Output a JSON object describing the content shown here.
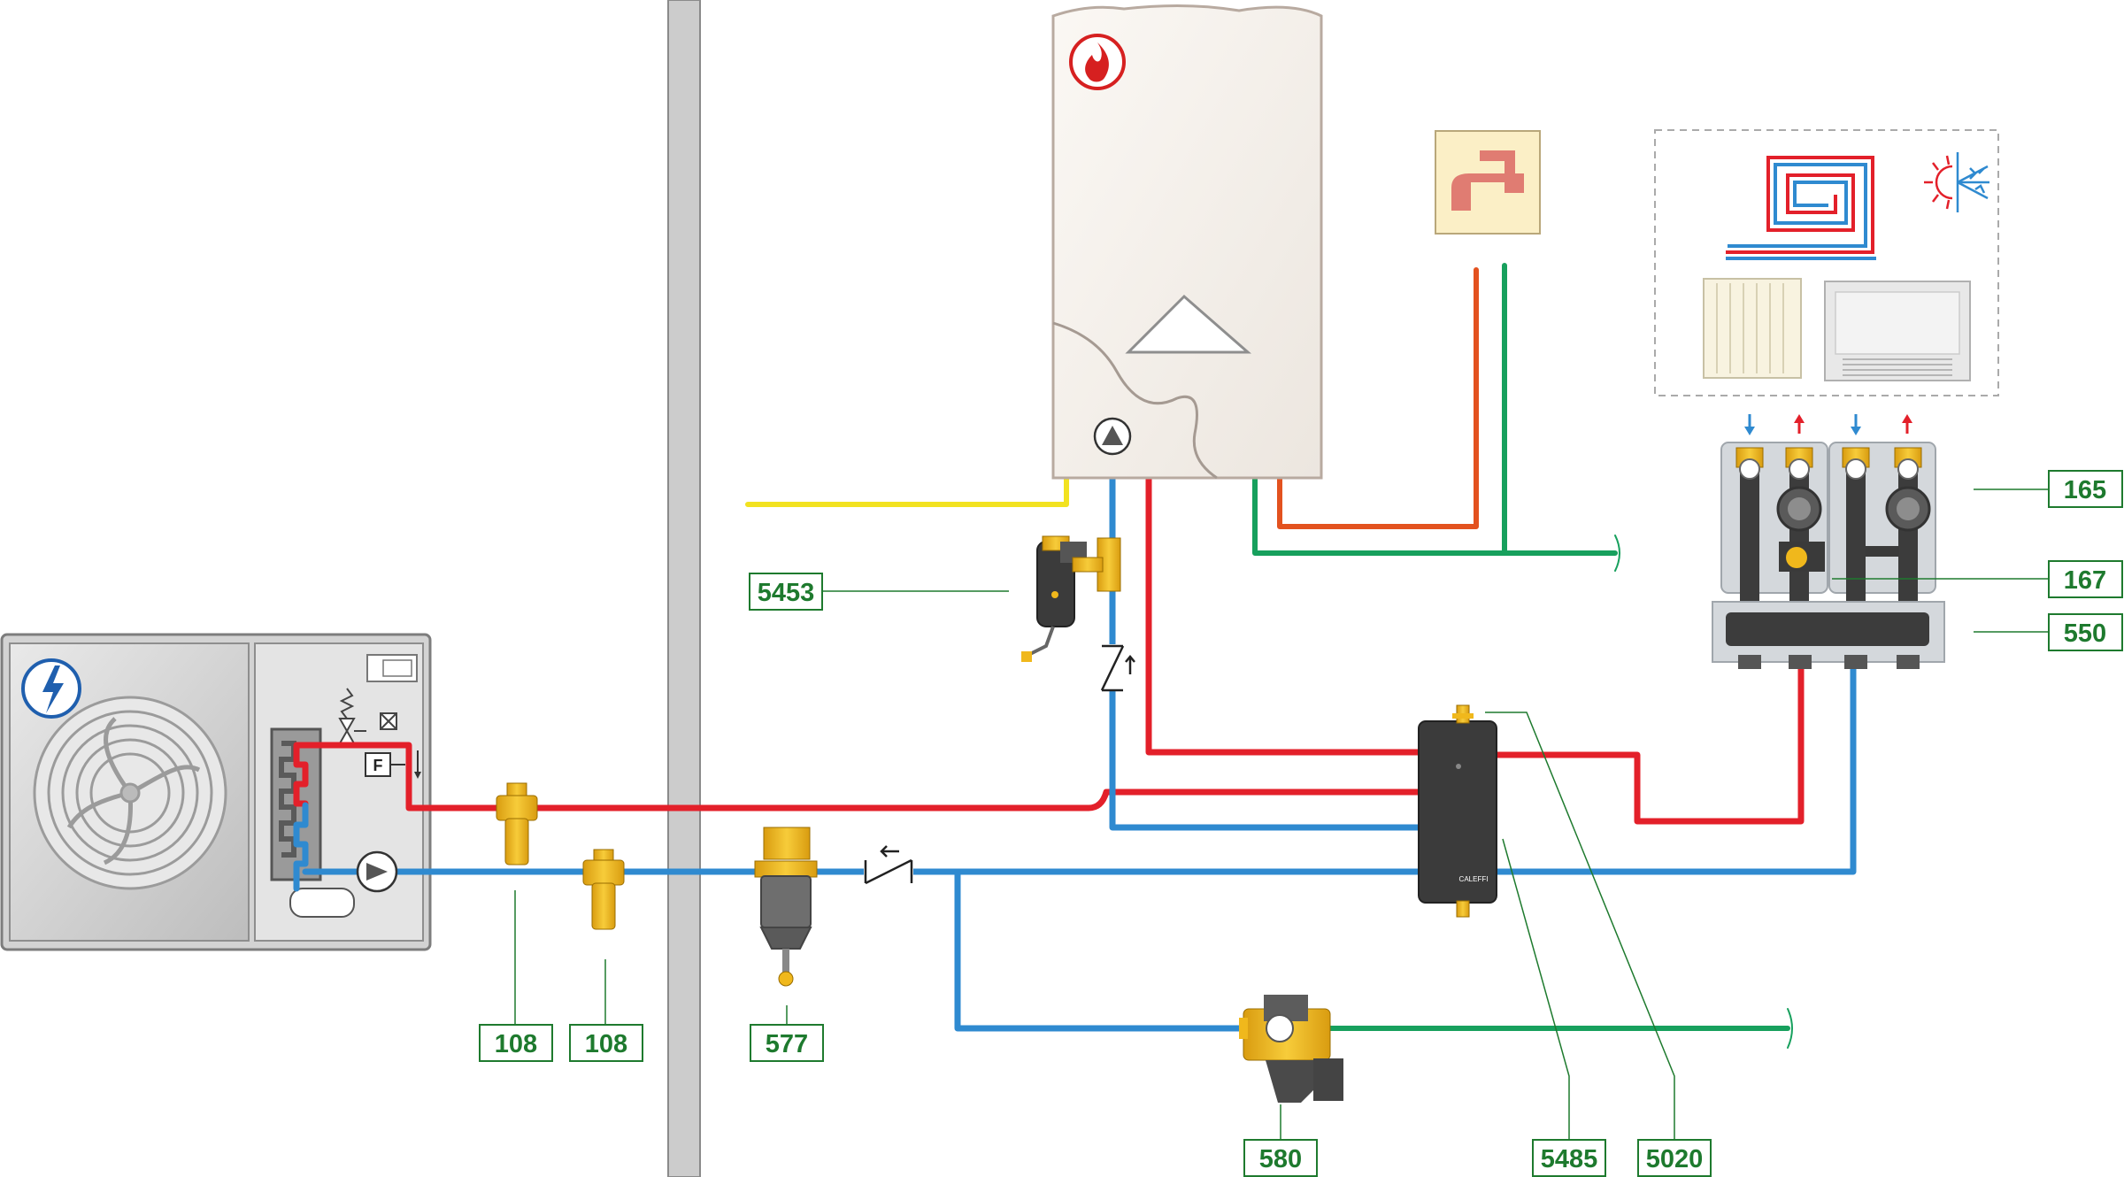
{
  "labels": {
    "l165": "165",
    "l167": "167",
    "l550": "550",
    "l5453": "5453",
    "l108a": "108",
    "l108b": "108",
    "l577": "577",
    "l580": "580",
    "l5485": "5485",
    "l5020": "5020"
  },
  "component_texts": {
    "flow_switch": "F",
    "brand": "CALEFFI"
  },
  "icons": {
    "heat_pump_badge": "lightning-icon",
    "boiler_badge": "flame-icon",
    "tap": "faucet-icon",
    "floor_heating": "floor-heating-coil-icon",
    "sun_snow": "heating-cooling-icon",
    "radiator": "radiator-icon",
    "fan_coil": "fan-coil-icon"
  },
  "colors": {
    "hot_pipe": "#e3202a",
    "cold_pipe": "#2f8ad0",
    "gas_pipe": "#f2e220",
    "dhw_hot": "#e3521f",
    "dhw_cold": "#17a05d",
    "label_green": "#1e7a2e",
    "brass": "#f0b81c",
    "wall": "#c9c9c9"
  }
}
